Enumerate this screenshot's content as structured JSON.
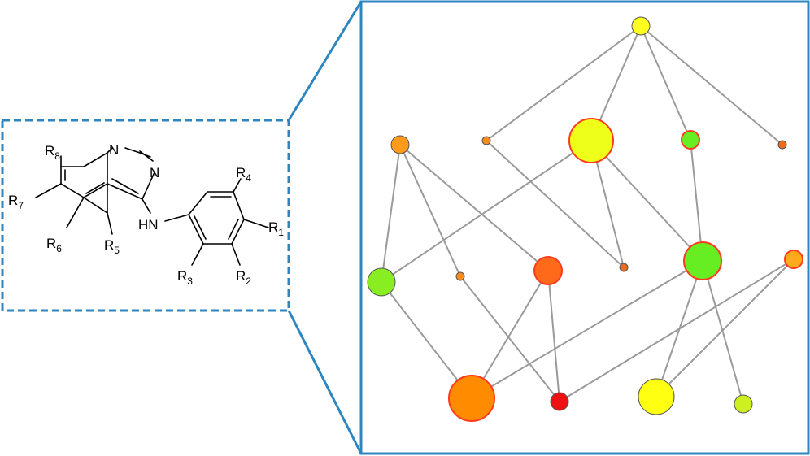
{
  "molecule": {
    "labels": {
      "n_top": "N",
      "n_right": "N",
      "nh": "HN",
      "r1": {
        "letter": "R",
        "sub": "1"
      },
      "r2": {
        "letter": "R",
        "sub": "2"
      },
      "r3": {
        "letter": "R",
        "sub": "3"
      },
      "r4": {
        "letter": "R",
        "sub": "4"
      },
      "r5": {
        "letter": "R",
        "sub": "5"
      },
      "r6": {
        "letter": "R",
        "sub": "6"
      },
      "r7": {
        "letter": "R",
        "sub": "7"
      },
      "r8": {
        "letter": "R",
        "sub": "8"
      }
    }
  },
  "colors": {
    "frame_blue": "#2e86c1",
    "edge_gray": "#9a9a9a",
    "node_outline_dark": "#555555",
    "node_outline_red": "#ff3b1f"
  },
  "network": {
    "nodes": [
      {
        "id": "n1",
        "color": "#ffff22",
        "outline": "dark"
      },
      {
        "id": "n2",
        "color": "#ff9a1a",
        "outline": "dark"
      },
      {
        "id": "n3",
        "color": "#ff8c1a",
        "outline": "dark"
      },
      {
        "id": "n4",
        "color": "#eeff1a",
        "outline": "red"
      },
      {
        "id": "n5",
        "color": "#66ee22",
        "outline": "red"
      },
      {
        "id": "n6",
        "color": "#ee6a1a",
        "outline": "dark"
      },
      {
        "id": "n7",
        "color": "#88ee22",
        "outline": "dark"
      },
      {
        "id": "n8",
        "color": "#ff8c1a",
        "outline": "dark"
      },
      {
        "id": "n9",
        "color": "#ff6a1a",
        "outline": "red"
      },
      {
        "id": "n10",
        "color": "#ee6a1a",
        "outline": "dark"
      },
      {
        "id": "n11",
        "color": "#66ee22",
        "outline": "red"
      },
      {
        "id": "n12",
        "color": "#ffaa1a",
        "outline": "red"
      },
      {
        "id": "n13",
        "color": "#ff8c00",
        "outline": "red"
      },
      {
        "id": "n14",
        "color": "#ee1111",
        "outline": "dark"
      },
      {
        "id": "n15",
        "color": "#ffff11",
        "outline": "dark"
      },
      {
        "id": "n16",
        "color": "#ccf022",
        "outline": "dark"
      }
    ],
    "edges": [
      [
        "n1",
        "n3"
      ],
      [
        "n1",
        "n4"
      ],
      [
        "n1",
        "n5"
      ],
      [
        "n1",
        "n6"
      ],
      [
        "n2",
        "n7"
      ],
      [
        "n2",
        "n8"
      ],
      [
        "n2",
        "n9"
      ],
      [
        "n3",
        "n10"
      ],
      [
        "n4",
        "n7"
      ],
      [
        "n4",
        "n10"
      ],
      [
        "n4",
        "n11"
      ],
      [
        "n5",
        "n11"
      ],
      [
        "n7",
        "n13"
      ],
      [
        "n8",
        "n14"
      ],
      [
        "n9",
        "n13"
      ],
      [
        "n9",
        "n14"
      ],
      [
        "n11",
        "n13"
      ],
      [
        "n11",
        "n15"
      ],
      [
        "n11",
        "n16"
      ],
      [
        "n12",
        "n14"
      ],
      [
        "n12",
        "n15"
      ]
    ]
  }
}
